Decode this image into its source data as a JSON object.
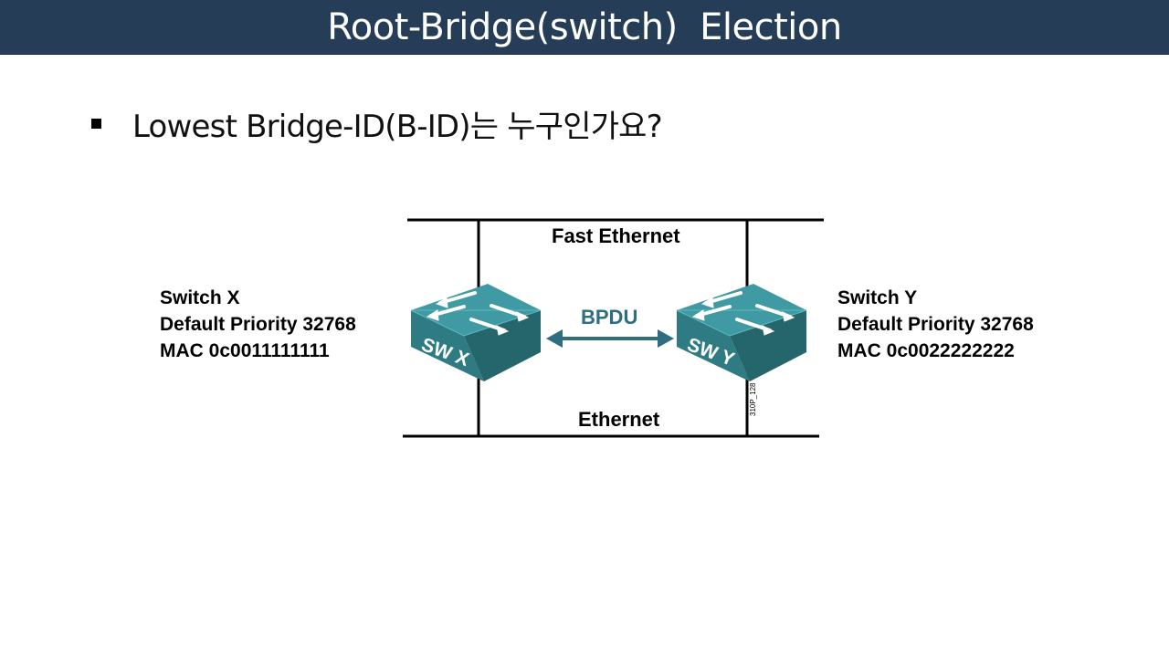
{
  "slide": {
    "title": "Root-Bridge(switch)  Election",
    "bullet": "Lowest Bridge-ID(B-ID)는 누구인가요?"
  },
  "diagram": {
    "segments": {
      "top_label": "Fast Ethernet",
      "bottom_label": "Ethernet"
    },
    "link_label": "BPDU",
    "figure_code": "310P_128",
    "switch_x": {
      "name": "Switch X",
      "priority": "Default Priority 32768",
      "mac": "MAC 0c0011111111",
      "face_label": "SW X",
      "icon": "switch-icon"
    },
    "switch_y": {
      "name": "Switch Y",
      "priority": "Default Priority 32768",
      "mac": "MAC 0c0022222222",
      "face_label": "SW Y",
      "icon": "switch-icon"
    }
  },
  "colors": {
    "title_bar": "#263d57",
    "switch_top": "#3f9aa3",
    "switch_front": "#2e7b83",
    "switch_side": "#25666d",
    "bpdu": "#2f6e80"
  }
}
